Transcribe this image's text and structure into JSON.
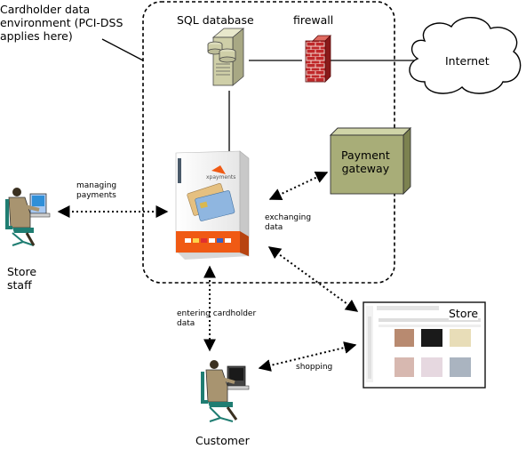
{
  "diagram": {
    "cde_label": [
      "Cardholder data",
      "environment (PCI-DSS",
      "applies here)"
    ],
    "sql_label": "SQL database",
    "firewall_label": "firewall",
    "internet_label": "Internet",
    "gateway_label": [
      "Payment",
      "gateway"
    ],
    "store_staff_label": [
      "Store",
      "staff"
    ],
    "customer_label": "Customer",
    "store_label": "Store",
    "edge_managing": [
      "managing",
      "payments"
    ],
    "edge_exchanging": [
      "exchanging",
      "data"
    ],
    "edge_entering": [
      "entering cardholder",
      "data"
    ],
    "edge_shopping": "shopping",
    "xpayments_logo": "xpayments"
  },
  "colors": {
    "server": "#cfcfa8",
    "firewall": "#c0282a",
    "gateway": "#a8ad78",
    "box_orange": "#f05a14",
    "person_coat": "#a89470",
    "chair": "#1f7d72",
    "monitor_screen": "#2f8fd8"
  }
}
